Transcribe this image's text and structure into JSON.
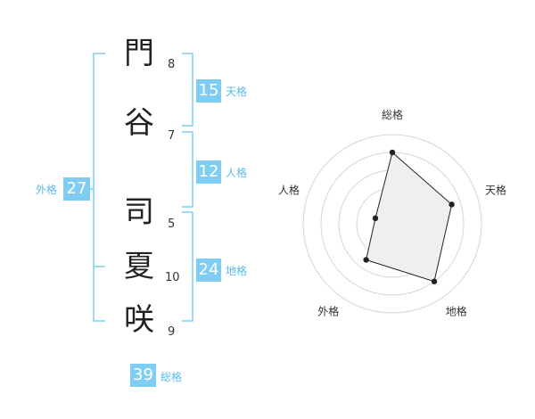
{
  "name_characters": [
    {
      "char": "門",
      "strokes": "8"
    },
    {
      "char": "谷",
      "strokes": "7"
    },
    {
      "char": "司",
      "strokes": "5"
    },
    {
      "char": "夏",
      "strokes": "10"
    },
    {
      "char": "咲",
      "strokes": "9"
    }
  ],
  "fortunes": {
    "tenkaku": {
      "value": "15",
      "label": "天格"
    },
    "jinkaku": {
      "value": "12",
      "label": "人格"
    },
    "chikaku": {
      "value": "24",
      "label": "地格"
    },
    "gaikaku": {
      "value": "27",
      "label": "外格"
    },
    "soukaku": {
      "value": "39",
      "label": "総格"
    }
  },
  "colors": {
    "accent": "#7fcdf3",
    "bracket": "#7fcdf3",
    "label": "#5bbbe9",
    "radar_fill": "#efefef",
    "radar_line": "#222222"
  },
  "chart_data": {
    "type": "radar",
    "axes": [
      "総格",
      "天格",
      "地格",
      "外格",
      "人格"
    ],
    "values": [
      4,
      3.5,
      4,
      2.5,
      1
    ],
    "max": 5
  }
}
